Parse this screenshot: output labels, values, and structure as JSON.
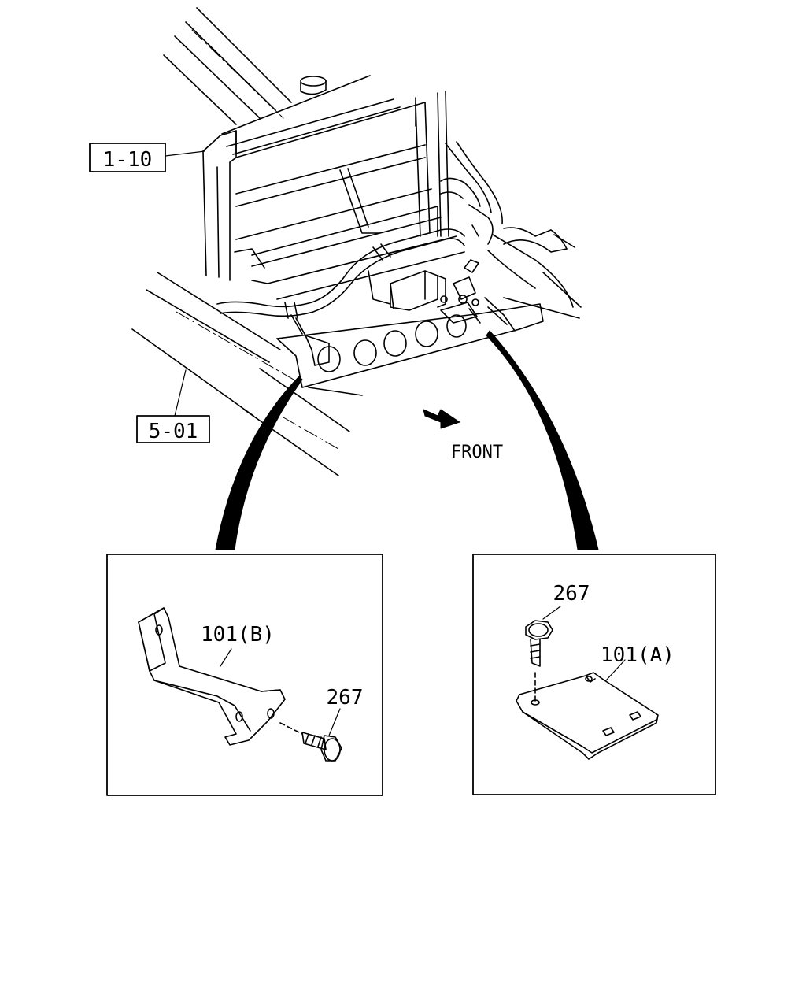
{
  "diagram": {
    "ref_labels": {
      "radiator": "1-10",
      "frame": "5-01"
    },
    "direction_label": "FRONT",
    "detail_left": {
      "part_label": "101(B)",
      "bolt_label": "267"
    },
    "detail_right": {
      "part_label": "101(A)",
      "bolt_label": "267"
    },
    "line_color": "#000000",
    "background_color": "#ffffff"
  }
}
